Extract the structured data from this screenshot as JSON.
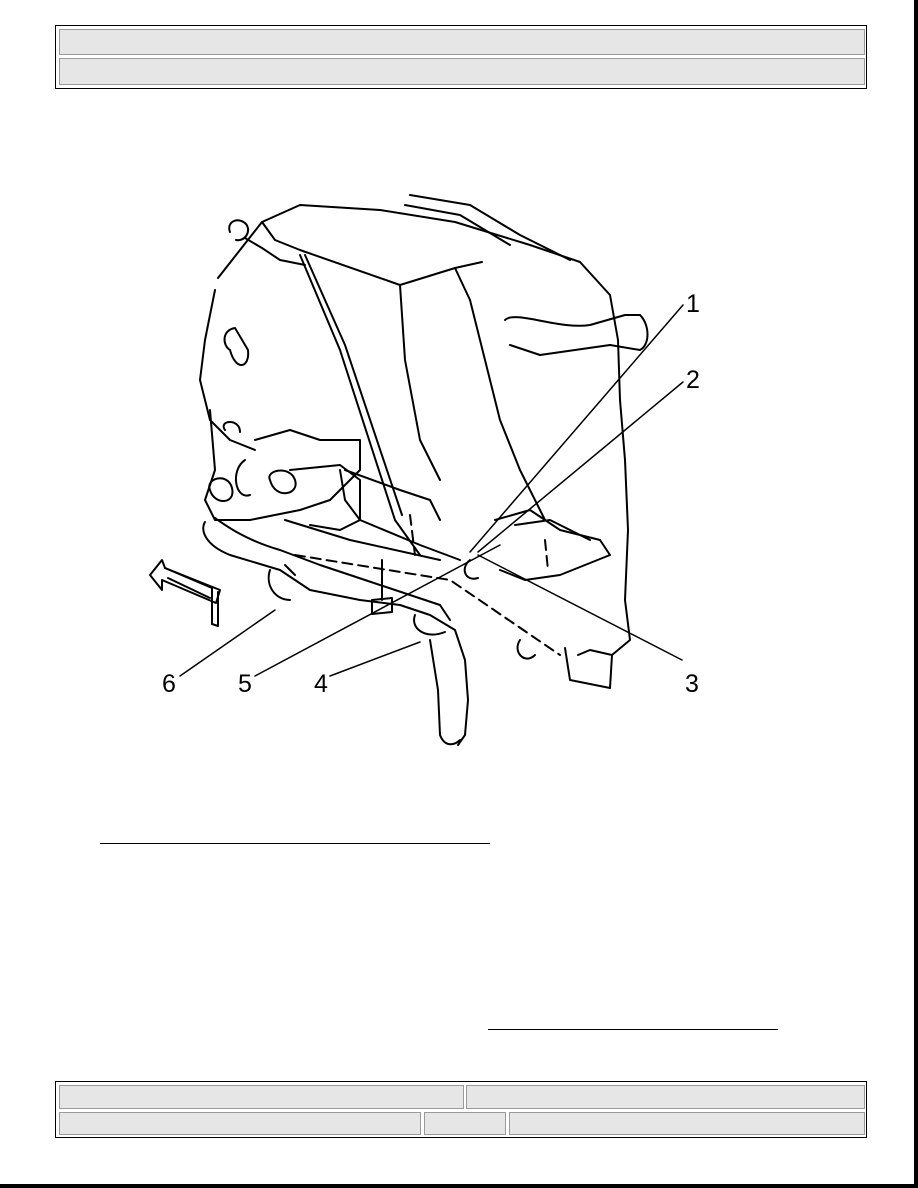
{
  "header": {
    "title_bar": "",
    "subtitle_bar": ""
  },
  "figure": {
    "callouts": [
      "1",
      "2",
      "3",
      "4",
      "5",
      "6"
    ]
  },
  "footer": {
    "cell_1": "",
    "cell_2": "",
    "cell_3": "",
    "cell_4": "",
    "cell_5": ""
  },
  "colors": {
    "ink": "#000000",
    "bar_fill": "#e6e6e6"
  }
}
